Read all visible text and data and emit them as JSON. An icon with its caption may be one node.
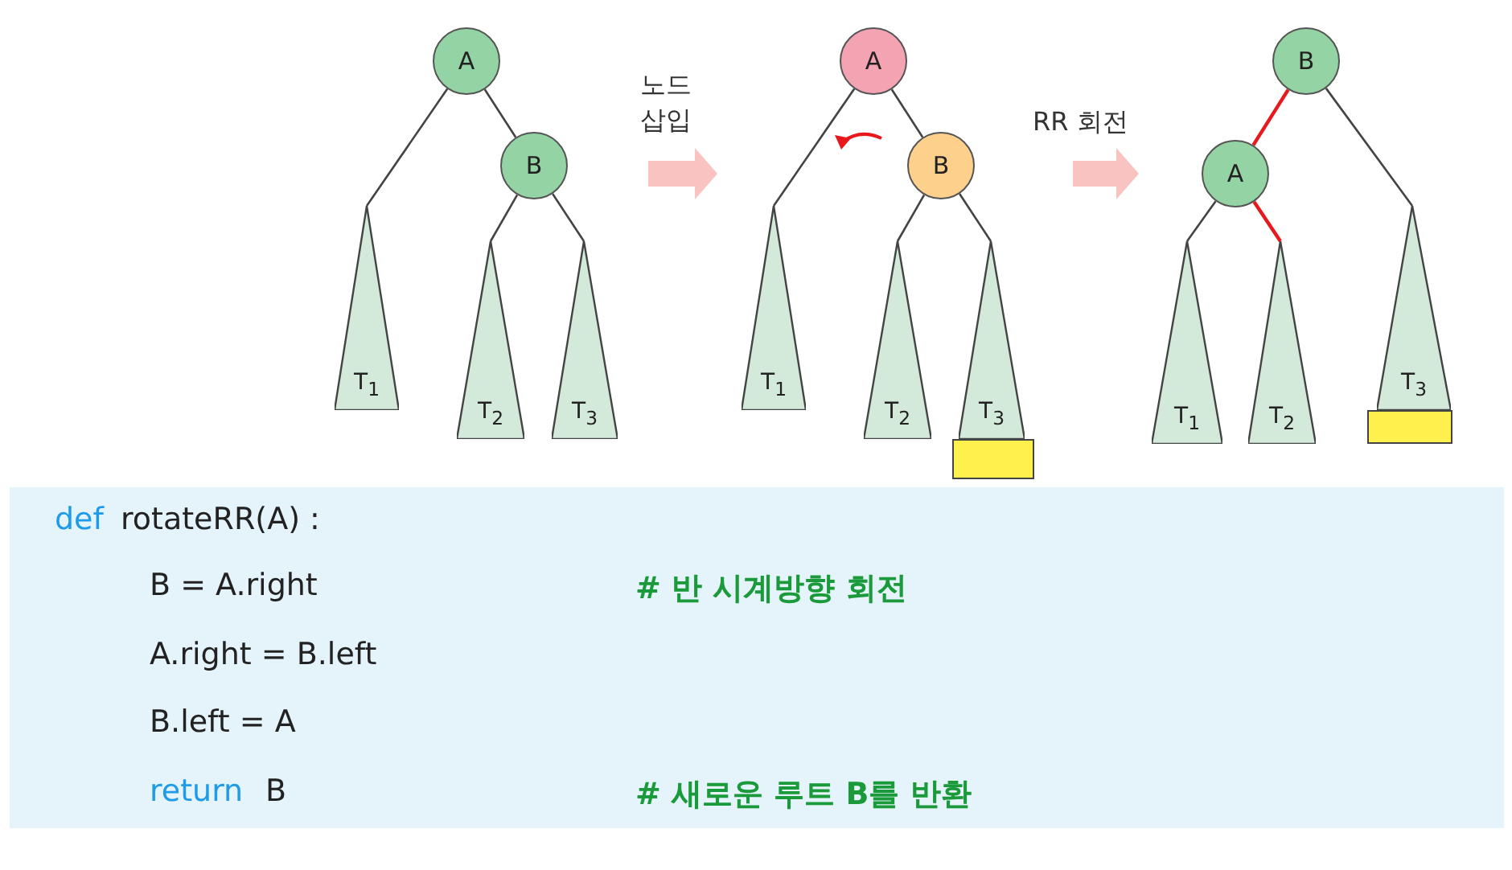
{
  "diagram": {
    "nodes": [
      {
        "text": [
          "A"
        ]
      },
      {
        "text": [
          "B"
        ]
      },
      {
        "text": [
          "T$_{1}$"
        ]
      },
      {
        "text": [
          "T$_{2}$"
        ]
      },
      {
        "text": [
          "T$_{3}$"
        ]
      },
      {
        "text": [
          "A"
        ]
      },
      {
        "text": [
          "B"
        ]
      },
      {
        "text": [
          "T$_{1}$"
        ]
      },
      {
        "text": [
          "T$_{2}$"
        ]
      },
      {
        "text": [
          "T$_{3}$"
        ]
      },
      {
        "text": [],
        "shape": "bar"
      },
      {
        "text": [
          "B"
        ]
      },
      {
        "text": [
          "A"
        ]
      },
      {
        "text": [
          "T$_{1}$"
        ]
      },
      {
        "text": [
          "T$_{2}$"
        ]
      },
      {
        "text": [
          "T$_{3}$"
        ]
      },
      {
        "text": [],
        "shape": "bar"
      }
    ],
    "edges": [
      {
        "from": 0,
        "to": 1,
        "arrow": "none"
      },
      {
        "from": 0,
        "to": 2,
        "arrow": "none"
      },
      {
        "from": 1,
        "to": 3,
        "arrow": "none"
      },
      {
        "from": 1,
        "to": 4,
        "arrow": "none"
      },
      {
        "from": 5,
        "to": 6,
        "arrow": "none"
      },
      {
        "from": 5,
        "to": 7,
        "arrow": "none"
      },
      {
        "from": 6,
        "to": 8,
        "arrow": "none"
      },
      {
        "from": 6,
        "to": 9,
        "arrow": "none"
      },
      {
        "from": 11,
        "to": 12,
        "arrow": "none",
        "color": "#e8191d"
      },
      {
        "from": 11,
        "to": 15,
        "arrow": "none"
      },
      {
        "from": 12,
        "to": 13,
        "arrow": "none"
      },
      {
        "from": 12,
        "to": 14,
        "arrow": "none",
        "color": "#e8191d"
      }
    ],
    "labels": [
      "노드 삽입",
      "RR 회전",
      "def",
      "rotateRR(A) :",
      "B = A.right",
      "# 반 시계방향 회전",
      "A.right = B.left",
      "B.left = A",
      "return",
      "B",
      "# 새로운 루트 B를 반환"
    ]
  }
}
